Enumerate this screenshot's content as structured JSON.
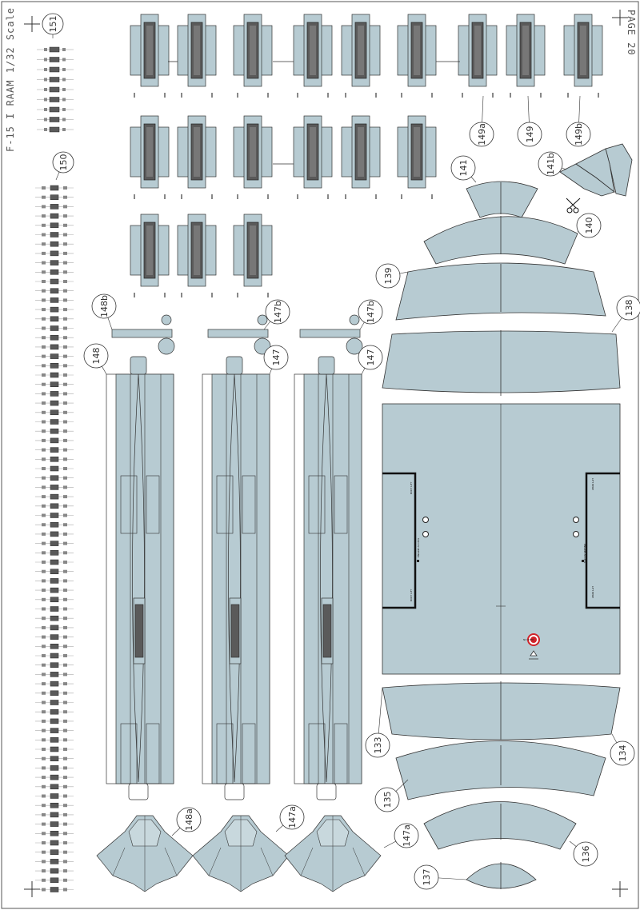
{
  "sheet": {
    "title": "F-15 I RAAM  1/32 Scale",
    "page": "PAGE 20",
    "colors": {
      "part_fill": "#b7cbd2",
      "outline": "#333333",
      "dark_block": "#5a5a5a",
      "insignia_red": "#d1232a"
    }
  },
  "callouts": {
    "p151": "151",
    "p150": "150",
    "p149a": "149a",
    "p149": "149",
    "p149b": "149b",
    "p141b": "141b",
    "p141": "141",
    "p140": "140",
    "p139": "139",
    "p138": "138",
    "p148b": "148b",
    "p147b_1": "147b",
    "p147b_2": "147b",
    "p148": "148",
    "p147_1": "147",
    "p147_2": "147",
    "p133": "133",
    "p134": "134",
    "p135": "135",
    "p136": "136",
    "p137": "137",
    "p148a": "148a",
    "p147a_1": "147a",
    "p147a_2": "147a"
  },
  "stencils": {
    "left_a": "BODY LIFT",
    "left_b": "BODY LIFT",
    "left_c": "ENGINE ACCESS",
    "right_a": "LIFT HERE",
    "right_b": "LIFT HERE",
    "right_c": "ENGINE ACCESS",
    "badge": "NO STEP"
  },
  "icons": {
    "scissors": "scissors-icon",
    "corner_mark": "crosshair-icon"
  }
}
